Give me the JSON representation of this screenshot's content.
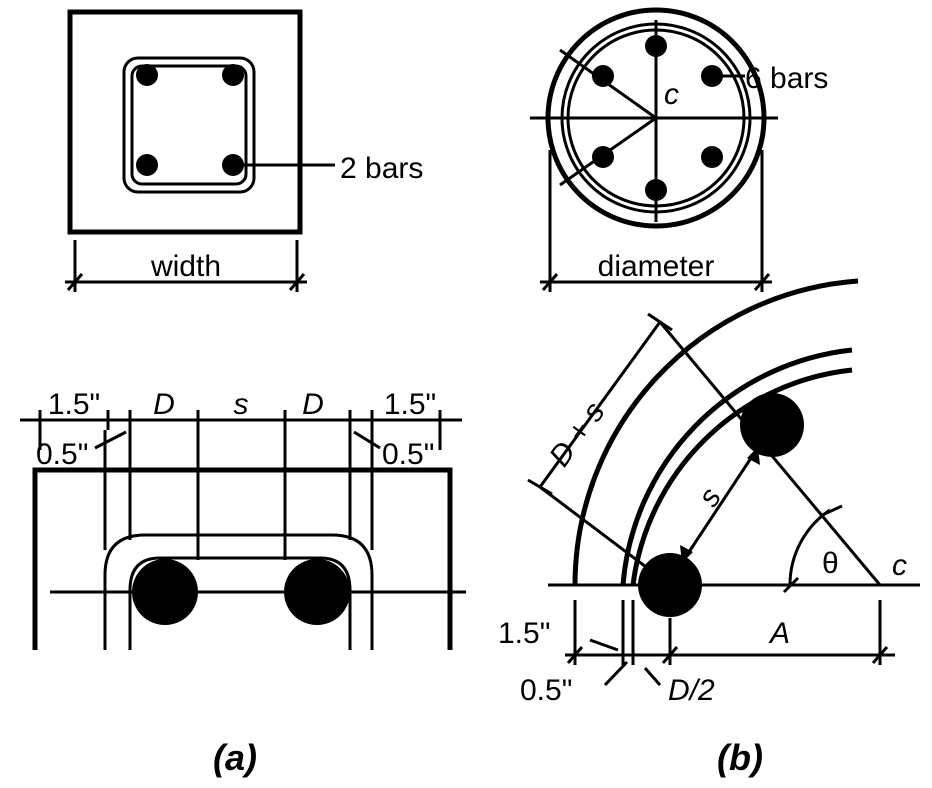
{
  "panel_a": {
    "top": {
      "bars_label": "2 bars",
      "width_label": "width"
    },
    "bottom": {
      "cover": "1.5\"",
      "stirrup": "0.5\"",
      "D": "D",
      "s": "s",
      "cover_right": "1.5\"",
      "stirrup_right": "0.5\"",
      "D_right": "D"
    },
    "caption": "(a)"
  },
  "panel_b": {
    "top": {
      "bars_label": "6 bars",
      "center_label": "c",
      "diameter_label": "diameter"
    },
    "bottom": {
      "D_plus_s": "D + s",
      "s": "s",
      "theta": "θ",
      "c": "c",
      "A": "A",
      "cover": "1.5\"",
      "stirrup": "0.5\"",
      "half_D": "D/2"
    },
    "caption": "(b)"
  }
}
